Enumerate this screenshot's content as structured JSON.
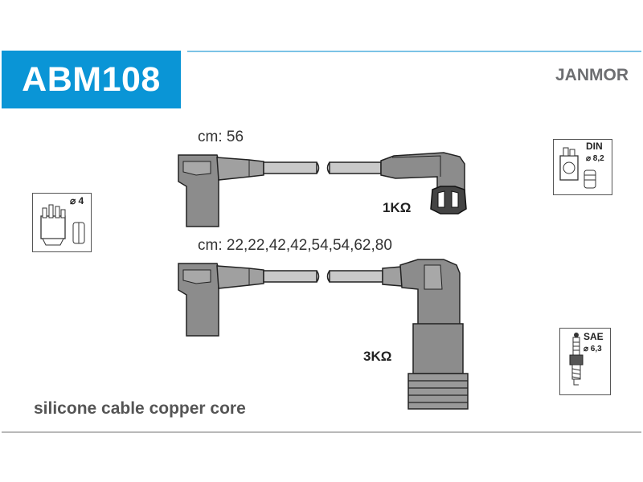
{
  "header": {
    "part_number": "ABM108",
    "brand": "JANMOR",
    "accent_color": "#0a95d6"
  },
  "lead1": {
    "length_label": "cm: 56",
    "resistance": "1KΩ"
  },
  "lead2": {
    "length_label": "cm: 22,22,42,42,54,54,62,80",
    "resistance": "3KΩ"
  },
  "icons": {
    "distributor": {
      "diameter": "⌀ 4"
    },
    "coil": {
      "standard": "DIN",
      "diameter": "⌀ 8,2"
    },
    "spark_plug": {
      "standard": "SAE",
      "diameter": "⌀ 6,3"
    }
  },
  "footer": {
    "description": "silicone cable copper core"
  }
}
